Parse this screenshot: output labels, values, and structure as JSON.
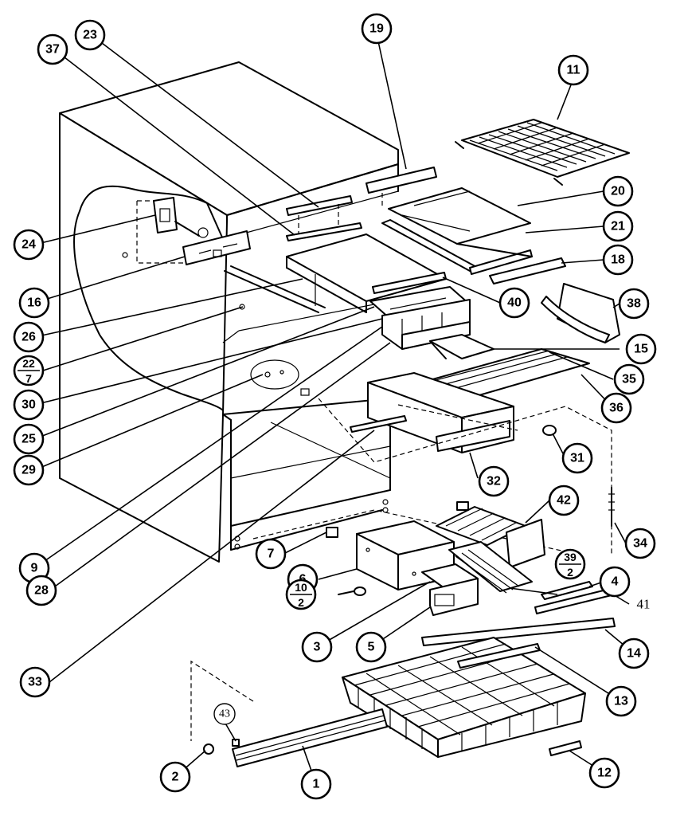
{
  "callouts": [
    {
      "id": "c1",
      "label": "1"
    },
    {
      "id": "c2",
      "label": "2"
    },
    {
      "id": "c3",
      "label": "3"
    },
    {
      "id": "c4",
      "label": "4"
    },
    {
      "id": "c5",
      "label": "5"
    },
    {
      "id": "c6",
      "label": "6"
    },
    {
      "id": "c7",
      "label": "7"
    },
    {
      "id": "c9",
      "label": "9"
    },
    {
      "id": "c11",
      "label": "11"
    },
    {
      "id": "c12",
      "label": "12"
    },
    {
      "id": "c13",
      "label": "13"
    },
    {
      "id": "c14",
      "label": "14"
    },
    {
      "id": "c15",
      "label": "15"
    },
    {
      "id": "c16",
      "label": "16"
    },
    {
      "id": "c18",
      "label": "18"
    },
    {
      "id": "c19",
      "label": "19"
    },
    {
      "id": "c20",
      "label": "20"
    },
    {
      "id": "c21",
      "label": "21"
    },
    {
      "id": "c23",
      "label": "23"
    },
    {
      "id": "c24",
      "label": "24"
    },
    {
      "id": "c25",
      "label": "25"
    },
    {
      "id": "c26",
      "label": "26"
    },
    {
      "id": "c28",
      "label": "28"
    },
    {
      "id": "c29",
      "label": "29"
    },
    {
      "id": "c30",
      "label": "30"
    },
    {
      "id": "c31",
      "label": "31"
    },
    {
      "id": "c32",
      "label": "32"
    },
    {
      "id": "c33",
      "label": "33"
    },
    {
      "id": "c34",
      "label": "34"
    },
    {
      "id": "c35",
      "label": "35"
    },
    {
      "id": "c36",
      "label": "36"
    },
    {
      "id": "c37",
      "label": "37"
    },
    {
      "id": "c38",
      "label": "38"
    },
    {
      "id": "c40",
      "label": "40"
    },
    {
      "id": "c41",
      "label": "41"
    },
    {
      "id": "c42",
      "label": "42"
    },
    {
      "id": "c43",
      "label": "43"
    }
  ],
  "fractions": [
    {
      "id": "f22",
      "top": "22",
      "bottom": "7"
    },
    {
      "id": "f39",
      "top": "39",
      "bottom": "2"
    },
    {
      "id": "f10",
      "top": "10",
      "bottom": "2"
    }
  ]
}
